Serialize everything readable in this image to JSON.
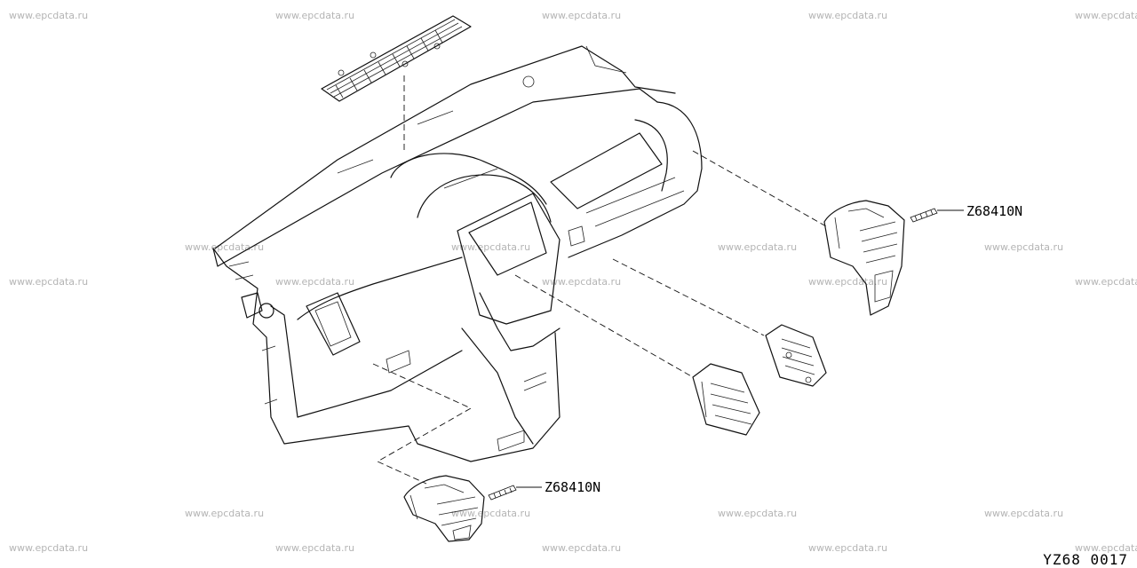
{
  "watermark": {
    "text": "www.epcdata.ru",
    "color": "#b4b4b4"
  },
  "callouts": [
    {
      "id": "vent-right",
      "label": "Z68410N"
    },
    {
      "id": "vent-left-lower",
      "label": "Z68410N"
    }
  ],
  "sheet_code": "YZ68 0017"
}
